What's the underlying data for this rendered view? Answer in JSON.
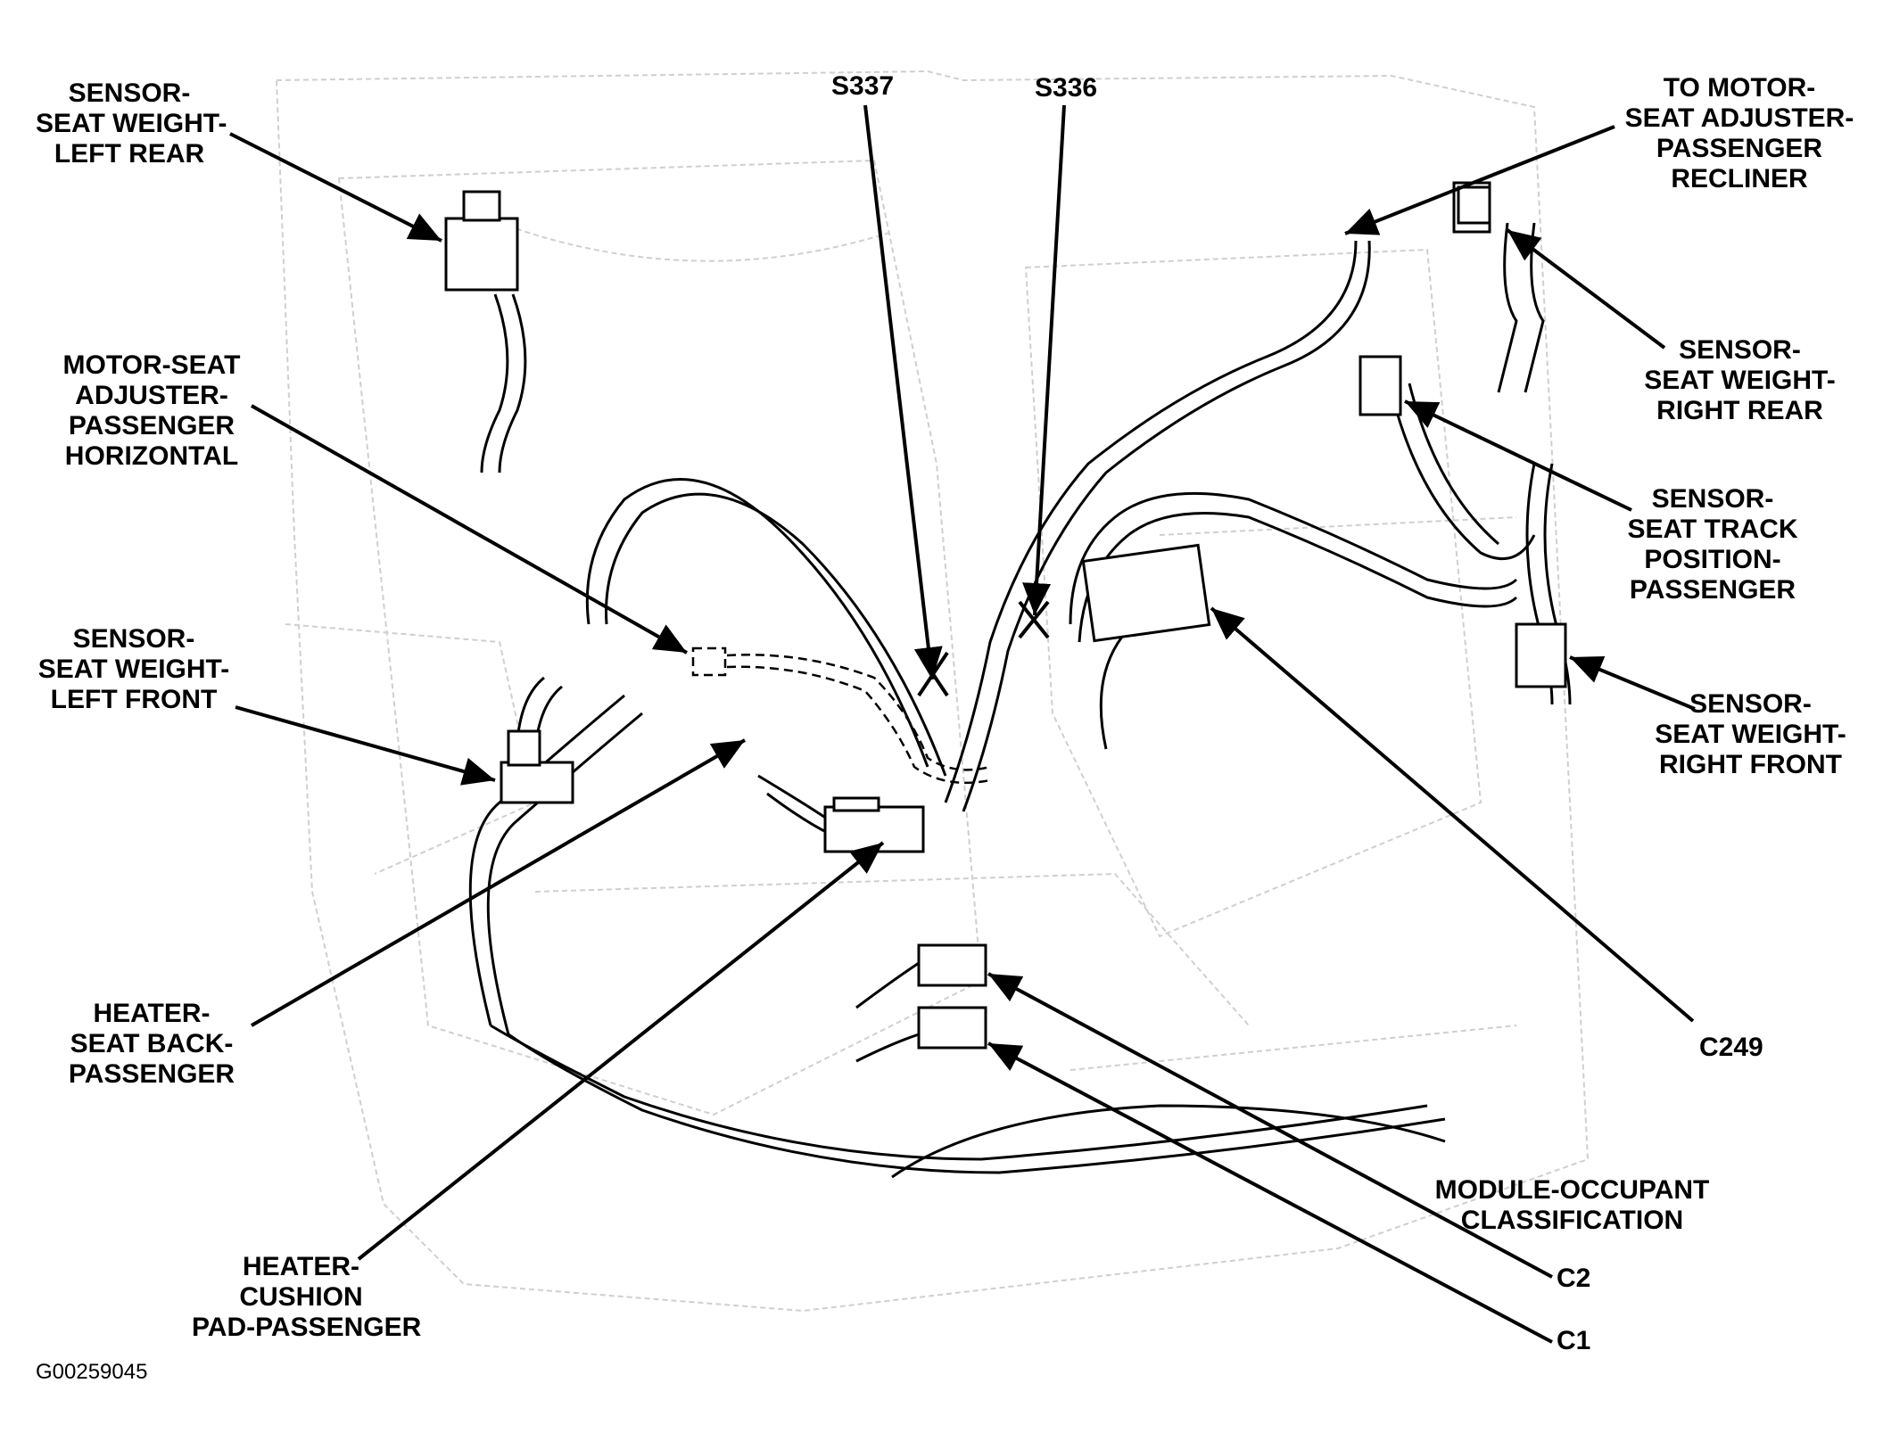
{
  "callouts": {
    "sensor_seat_weight_left_rear": "SENSOR-\nSEAT WEIGHT-\nLEFT REAR",
    "motor_seat_adjuster_passenger_horizontal": "MOTOR-SEAT\nADJUSTER-\nPASSENGER\nHORIZONTAL",
    "sensor_seat_weight_left_front": "SENSOR-\nSEAT WEIGHT-\nLEFT FRONT",
    "heater_seat_back_passenger": "HEATER-\nSEAT BACK-\nPASSENGER",
    "heater_cushion_pad_passenger": "HEATER-\nCUSHION\nPAD-PASSENGER",
    "splice_s337": "S337",
    "splice_s336": "S336",
    "to_motor_seat_adjuster_passenger_recliner": "TO MOTOR-\nSEAT ADJUSTER-\nPASSENGER\nRECLINER",
    "sensor_seat_weight_right_rear": "SENSOR-\nSEAT WEIGHT-\nRIGHT REAR",
    "sensor_seat_track_position_passenger": "SENSOR-\nSEAT TRACK\nPOSITION-\nPASSENGER",
    "sensor_seat_weight_right_front": "SENSOR-\nSEAT WEIGHT-\nRIGHT FRONT",
    "connector_c249": "C249",
    "module_occupant_classification": "MODULE-OCCUPANT\nCLASSIFICATION",
    "connector_c2": "C2",
    "connector_c1": "C1"
  },
  "figure_code": "G00259045"
}
